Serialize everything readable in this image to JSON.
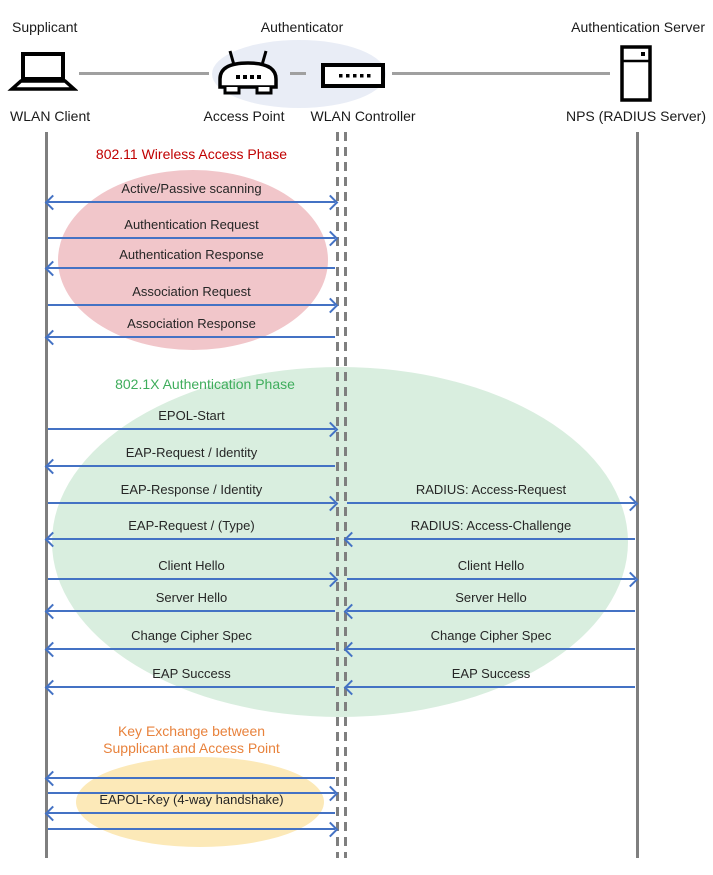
{
  "header": {
    "roles": [
      "Supplicant",
      "Authenticator",
      "Authentication Server"
    ],
    "nodes": [
      "WLAN Client",
      "Access Point",
      "WLAN Controller",
      "NPS (RADIUS Server)"
    ],
    "icons": [
      "laptop-icon",
      "access-point-icon",
      "wlan-controller-icon",
      "server-icon"
    ]
  },
  "phases": [
    {
      "title": "802.11 Wireless Access Phase",
      "messages": [
        {
          "label": "Active/Passive scanning",
          "dir": "both"
        },
        {
          "label": "Authentication Request",
          "dir": "right"
        },
        {
          "label": "Authentication Response",
          "dir": "left"
        },
        {
          "label": "Association Request",
          "dir": "right"
        },
        {
          "label": "Association Response",
          "dir": "left"
        }
      ]
    },
    {
      "title": "802.1X Authentication Phase",
      "messages_client_controller": [
        {
          "label": "EPOL-Start",
          "dir": "right"
        },
        {
          "label": "EAP-Request / Identity",
          "dir": "left"
        },
        {
          "label": "EAP-Response / Identity",
          "dir": "right"
        },
        {
          "label": "EAP-Request / (Type)",
          "dir": "left"
        },
        {
          "label": "Client Hello",
          "dir": "right"
        },
        {
          "label": "Server Hello",
          "dir": "left"
        },
        {
          "label": "Change Cipher Spec",
          "dir": "left"
        },
        {
          "label": "EAP Success",
          "dir": "left"
        }
      ],
      "messages_controller_server": [
        {
          "label": "RADIUS: Access-Request",
          "dir": "right"
        },
        {
          "label": "RADIUS: Access-Challenge",
          "dir": "left"
        },
        {
          "label": "Client Hello",
          "dir": "right"
        },
        {
          "label": "Server Hello",
          "dir": "left"
        },
        {
          "label": "Change Cipher Spec",
          "dir": "left"
        },
        {
          "label": "EAP Success",
          "dir": "left"
        }
      ]
    },
    {
      "title": "Key Exchange between Supplicant and Access Point",
      "title_line1": "Key Exchange between",
      "title_line2": "Supplicant and Access Point",
      "messages": [
        {
          "label": "",
          "dir": "left"
        },
        {
          "label": "",
          "dir": "right"
        },
        {
          "label": "EAPOL-Key (4-way handshake)",
          "dir": "left"
        },
        {
          "label": "",
          "dir": "right"
        }
      ]
    }
  ],
  "colors": {
    "arrow_blue": "#4472C4",
    "lifeline_gray": "#7F7F7F",
    "connector_gray": "#A0A0A0",
    "label_text": "#262626",
    "phase1_title": "#C00000",
    "phase1_fill": "#F1C6CA",
    "phase2_title": "#3FAD5C",
    "phase2_fill": "#D9EEDF",
    "phase3_title": "#E8823C",
    "phase3_fill": "#FCE9B8",
    "authenticator_fill": "#E9EDF6"
  }
}
